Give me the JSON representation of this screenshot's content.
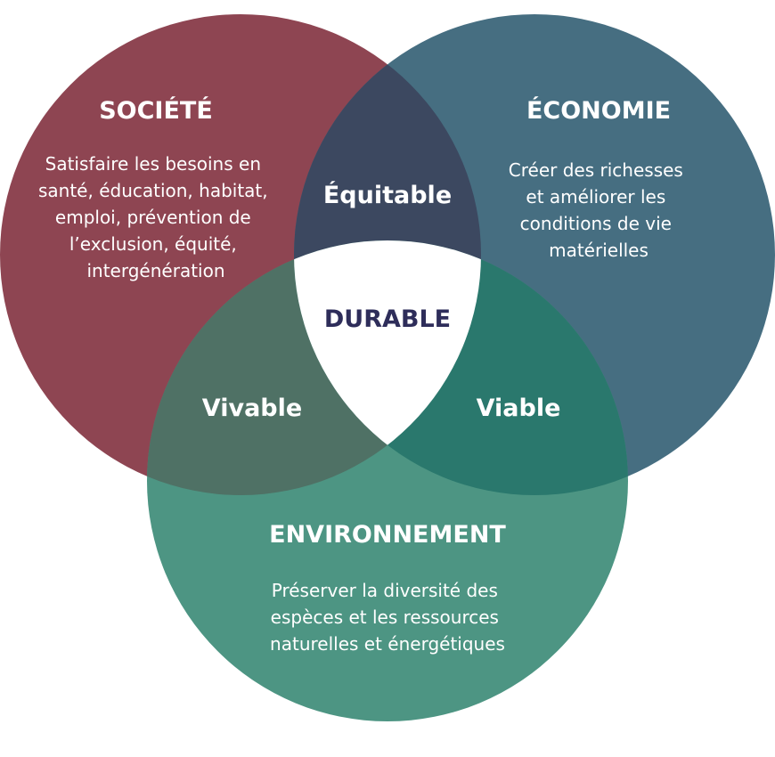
{
  "colors": {
    "societe": "#8e4552",
    "economie": "#466e81",
    "environnement": "#4d9583",
    "equitable": "#3c4860",
    "vivable": "#4f7165",
    "viable": "#2a786d",
    "center": "#ffffff",
    "durable_text": "#2e2d5a",
    "text": "#ffffff"
  },
  "societe": {
    "title": "SOCIÉTÉ",
    "lines": [
      "Satisfaire les besoins en",
      "santé, éducation, habitat,",
      "emploi, prévention de",
      "l’exclusion, équité,",
      "intergénération"
    ]
  },
  "economie": {
    "title": "ÉCONOMIE",
    "lines": [
      "Créer des richesses",
      "et améliorer les",
      "conditions de vie",
      "matérielles"
    ]
  },
  "environnement": {
    "title": "ENVIRONNEMENT",
    "lines": [
      "Préserver la diversité des",
      "espèces et les ressources",
      "naturelles et énergétiques"
    ]
  },
  "intersections": {
    "equitable": "Équitable",
    "vivable": "Vivable",
    "viable": "Viable",
    "durable": "DURABLE"
  }
}
